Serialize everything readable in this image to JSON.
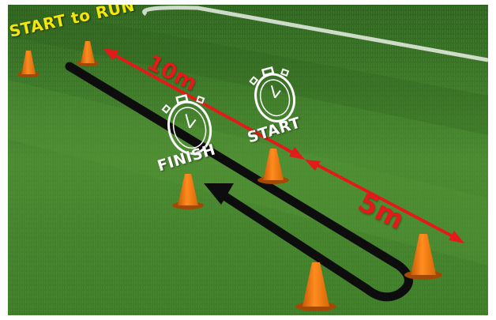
{
  "labels": {
    "title": "START to RUN",
    "finish": "FINISH",
    "start": "START",
    "distance_long": "10m",
    "distance_short": "5m"
  },
  "colors": {
    "grass": "#3f7a2a",
    "cone": "#f07d12",
    "arrow_red": "#e21a1a",
    "path_black": "#0d0d0d",
    "title_yellow": "#f5e60a",
    "stopwatch": "#ffffff"
  },
  "icons": [
    "traffic-cone-icon",
    "stopwatch-icon",
    "arrow-icon"
  ]
}
